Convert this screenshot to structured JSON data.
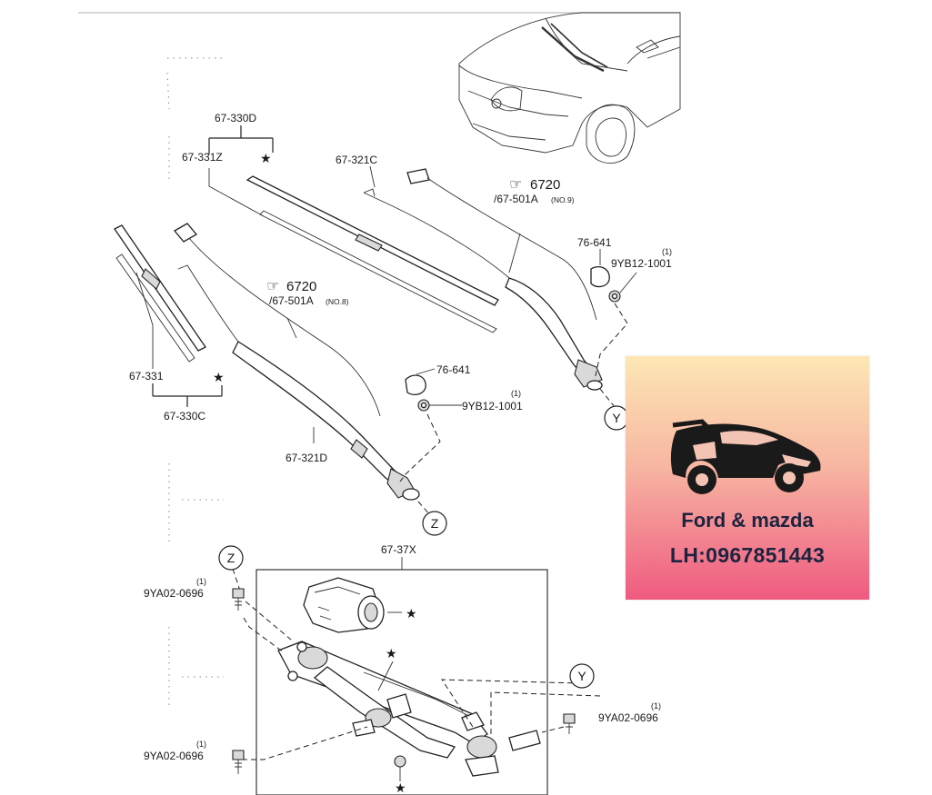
{
  "labels": {
    "blade_set_driver": "67-330D",
    "blade_refill_driver": "67-331Z",
    "arm_driver": "67-321C",
    "ref_icon_1": "☞",
    "ref_no_1": "6720",
    "ref_sub_1": "/67-501A",
    "ref_note_1": "(NO.9)",
    "cap_right": "76-641",
    "qty_nut_right": "(1)",
    "nut_right": "9YB12-1001",
    "ref_icon_2": "☞",
    "ref_no_2": "6720",
    "ref_sub_2": "/67-501A",
    "ref_note_2": "(NO.8)",
    "blade_refill_passenger": "67-331",
    "blade_set_passenger": "67-330C",
    "cap_center": "76-641",
    "qty_nut_center": "(1)",
    "nut_center": "9YB12-1001",
    "arm_passenger": "67-321D",
    "linkage_assy": "67-37X",
    "qty_bolt_left_top": "(1)",
    "bolt_left_top": "9YA02-0696",
    "qty_bolt_left_bottom": "(1)",
    "bolt_left_bottom": "9YA02-0696",
    "qty_bolt_right": "(1)",
    "bolt_right": "9YA02-0696",
    "marker_y_top": "Y",
    "marker_z_mid": "Z",
    "marker_z_bottom": "Z",
    "marker_y_bottom": "Y",
    "star": "★"
  },
  "promo": {
    "brand": "Ford & mazda",
    "phone": "LH:0967851443"
  },
  "colors": {
    "promo_gradient_top": "#fde7b4",
    "promo_gradient_bottom": "#ef5a80",
    "promo_text": "#1d2440"
  }
}
